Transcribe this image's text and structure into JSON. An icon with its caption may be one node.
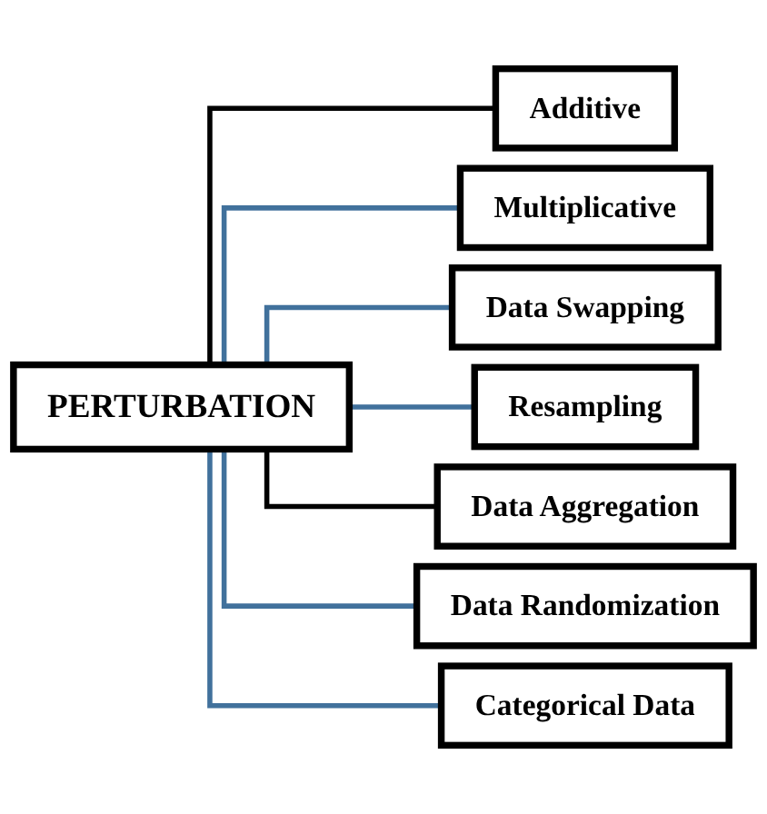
{
  "diagram": {
    "nodes": [
      {
        "text": [
          "PERTURBATION"
        ]
      },
      {
        "text": [
          "Additive"
        ]
      },
      {
        "text": [
          "Multiplicative"
        ]
      },
      {
        "text": [
          "Data Swapping"
        ]
      },
      {
        "text": [
          "Resampling"
        ]
      },
      {
        "text": [
          "Data Aggregation"
        ]
      },
      {
        "text": [
          "Data Randomization"
        ]
      },
      {
        "text": [
          "Categorical Data"
        ]
      }
    ],
    "edges": [
      {
        "from": 0,
        "to": 1,
        "arrow": "none",
        "color": "#000000"
      },
      {
        "from": 0,
        "to": 2,
        "arrow": "none"
      },
      {
        "from": 0,
        "to": 3,
        "arrow": "none"
      },
      {
        "from": 0,
        "to": 4,
        "arrow": "none"
      },
      {
        "from": 0,
        "to": 5,
        "arrow": "none",
        "color": "#000000"
      },
      {
        "from": 0,
        "to": 6,
        "arrow": "none"
      },
      {
        "from": 0,
        "to": 7,
        "arrow": "none"
      }
    ]
  }
}
